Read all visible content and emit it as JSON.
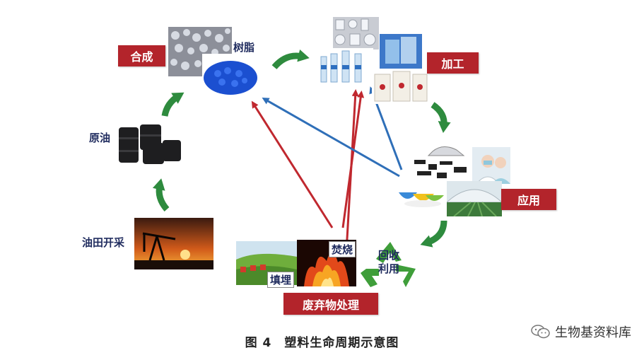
{
  "labels": {
    "synthesis": "合成",
    "resin": "树脂",
    "processing": "加工",
    "application": "应用",
    "crude_oil": "原油",
    "oilfield": "油田开采",
    "incineration": "焚烧",
    "landfill": "填埋",
    "recycling": "回收\n利用",
    "waste_treatment": "废弃物处理"
  },
  "caption": "图 4　塑料生命周期示意图",
  "watermark": "生物基资料库",
  "colors": {
    "red_label": "#b3242b",
    "green_arrow": "#2e8b3e",
    "red_arrow": "#c0282f",
    "blue_arrow": "#2f6fb8",
    "blue_text": "#1f2b5e"
  },
  "icons": [
    "resin-pellets-photo",
    "plastic-products-photo",
    "bottles-photo",
    "bags-photo",
    "auto-parts-photo",
    "doctor-photo",
    "bowls-photo",
    "greenhouse-photo",
    "oil-barrels-photo",
    "oil-pump-photo",
    "landfill-photo",
    "fire-photo",
    "recycle-icon",
    "wechat-icon"
  ]
}
